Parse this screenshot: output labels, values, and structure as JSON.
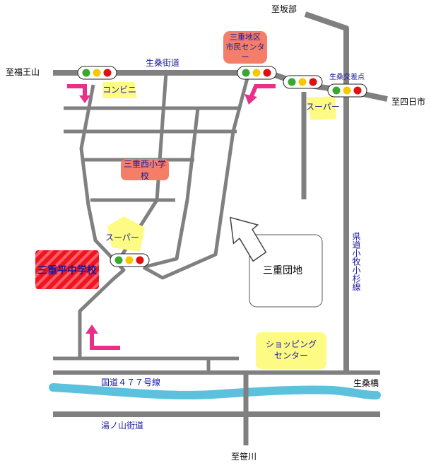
{
  "places": {
    "to_sakabe": "至坂部",
    "to_fukuouzan": "至福王山",
    "to_yokkaichi": "至四日市",
    "to_sasagawa": "至笹川",
    "ojime_kaido": "生桑街道",
    "ojime_kosaten": "生桑交差点",
    "ojime_bashi": "生桑橋",
    "kokudo": "国道４７７号線",
    "yunoyama": "湯ノ山街道",
    "kendo": "県道小牧小杉線",
    "danchi": "三重団地"
  },
  "facilities": {
    "civic_center": "三重地区\n市民センター",
    "convenience": "コンビニ",
    "super_right": "スーパー",
    "super_left": "スーパー",
    "nishi_school": "三重西小学校",
    "target_school": "三重平中学校",
    "shopping": "ショッピング\nセンター"
  },
  "colors": {
    "road": "#808080",
    "river": "#5bc1dc",
    "arrow": "#e8308a",
    "salmon": "#f47e68",
    "yellow": "#fdfb84",
    "target_red": "#f0141e",
    "signal_green": "#3aa830",
    "signal_yellow": "#f7c800",
    "signal_red": "#e01010",
    "label_blue": "#1a1aa0"
  }
}
